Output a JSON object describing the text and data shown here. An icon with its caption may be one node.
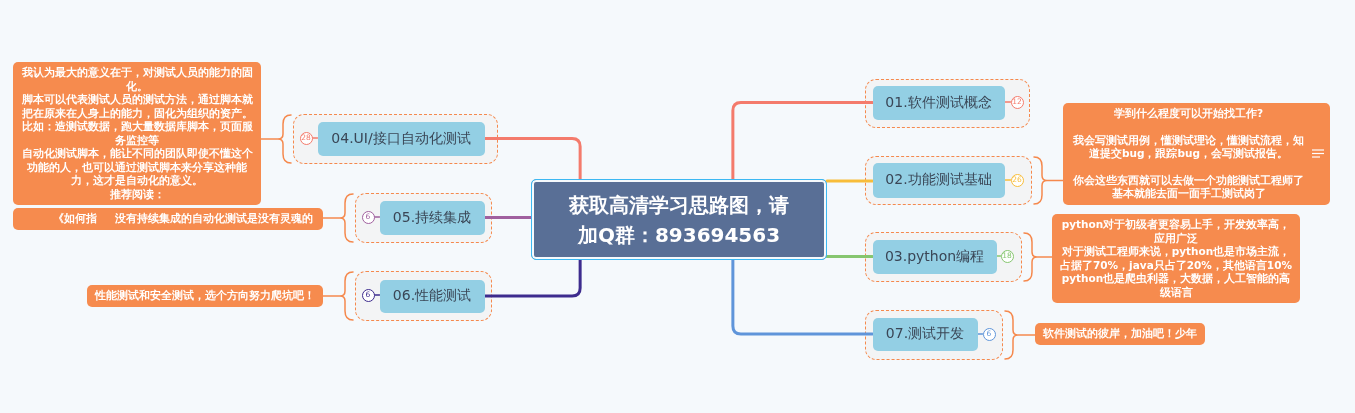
{
  "diagram": {
    "nodes": [
      {
        "text": [
          "获取高清学习思路图，请加Q群：893694563"
        ]
      },
      {
        "text": [],
        "shape": "box"
      },
      {
        "text": [
          "01.软件测试概念"
        ],
        "in": 1
      },
      {
        "text": [
          "12"
        ],
        "in": 1
      },
      {
        "text": [],
        "shape": "box"
      },
      {
        "text": [
          "02.功能测试基础"
        ],
        "in": 4
      },
      {
        "text": [
          "26"
        ],
        "in": 4
      },
      {
        "text": [
          "学到什么程度可以开始找工作?",
          "我会写测试用例，懂测试理论，懂测试流程，知道提交bug，跟踪bug，会写测试报告。",
          "你会这些东西就可以去做一个功能测试工程师了",
          "基本就能去面一面手工测试岗了"
        ]
      },
      {
        "text": [],
        "shape": "box"
      },
      {
        "text": [
          "03.python编程"
        ],
        "in": 8
      },
      {
        "text": [
          "18"
        ],
        "in": 8
      },
      {
        "text": [
          "python对于初级者更容易上手，开发效率高，应用广泛",
          "对于测试工程师来说，python也是市场主流，占据了70%，java只占了20%，其他语言10%",
          "python也是爬虫利器，大数据，人工智能的高级语言"
        ]
      },
      {
        "text": [],
        "shape": "box"
      },
      {
        "text": [
          "07.测试开发"
        ],
        "in": 12
      },
      {
        "text": [
          "6"
        ],
        "in": 12
      },
      {
        "text": [
          "软件测试的彼岸，加油吧！少年"
        ]
      },
      {
        "text": [],
        "shape": "box"
      },
      {
        "text": [
          "04.UI/接口自动化测试"
        ],
        "in": 16
      },
      {
        "text": [
          "28"
        ],
        "in": 16
      },
      {
        "text": [
          "我认为最大的意义在于，对测试人员的能力的固化。",
          "脚本可以代表测试人员的测试方法，通过脚本就把在原来在人身上的能力，固化为组织的资产。",
          "比如：造测试数据，跑大量数据库脚本，页面服务监控等",
          "自动化测试脚本，能让不同的团队即使不懂这个功能的人，也可以通过测试脚本来分享这种能力，这才是自动化的意义。",
          "推荐阅读："
        ]
      },
      {
        "text": [],
        "shape": "box"
      },
      {
        "text": [
          "05.持续集成"
        ],
        "in": 20
      },
      {
        "text": [
          "6"
        ],
        "in": 20
      },
      {
        "text": [
          "《如何指",
          "没有持续集成的自动化测试是没有灵魂的"
        ]
      },
      {
        "text": [],
        "shape": "box"
      },
      {
        "text": [
          "06.性能测试"
        ],
        "in": 24
      },
      {
        "text": [
          "6"
        ],
        "in": 24
      },
      {
        "text": [
          "性能测试和安全测试，选个方向努力爬坑吧！"
        ]
      }
    ],
    "edges": [
      {
        "from": 0,
        "to": 2,
        "arrow": "none",
        "color": "#f47b6c"
      },
      {
        "from": 0,
        "to": 5,
        "arrow": "none",
        "color": "#f8bd3a"
      },
      {
        "from": 0,
        "to": 9,
        "arrow": "none",
        "color": "#86c66f"
      },
      {
        "from": 0,
        "to": 13,
        "arrow": "none",
        "color": "#5f95da"
      },
      {
        "from": 0,
        "to": 17,
        "arrow": "none",
        "color": "#f47b6c"
      },
      {
        "from": 0,
        "to": 21,
        "arrow": "none",
        "color": "#a0609f"
      },
      {
        "from": 0,
        "to": 25,
        "arrow": "none",
        "color": "#3d2c8e"
      },
      {
        "from": 2,
        "to": 3,
        "arrow": "none",
        "color": "#f47b6c"
      },
      {
        "from": 5,
        "to": 6,
        "arrow": "none",
        "color": "#f8bd3a"
      },
      {
        "from": 9,
        "to": 10,
        "arrow": "none",
        "color": "#86c66f"
      },
      {
        "from": 13,
        "to": 14,
        "arrow": "none",
        "color": "#5f95da"
      },
      {
        "from": 17,
        "to": 18,
        "arrow": "none",
        "color": "#f47b6c"
      },
      {
        "from": 21,
        "to": 22,
        "arrow": "none",
        "color": "#a0609f"
      },
      {
        "from": 25,
        "to": 26,
        "arrow": "none",
        "color": "#3d2c8e"
      },
      {
        "from": 4,
        "to": 7,
        "arrow": "none"
      },
      {
        "from": 8,
        "to": 11,
        "arrow": "none"
      },
      {
        "from": 12,
        "to": 15,
        "arrow": "none"
      },
      {
        "from": 16,
        "to": 19,
        "arrow": "none"
      },
      {
        "from": 20,
        "to": 23,
        "arrow": "none"
      },
      {
        "from": 24,
        "to": 27,
        "arrow": "none"
      }
    ]
  }
}
